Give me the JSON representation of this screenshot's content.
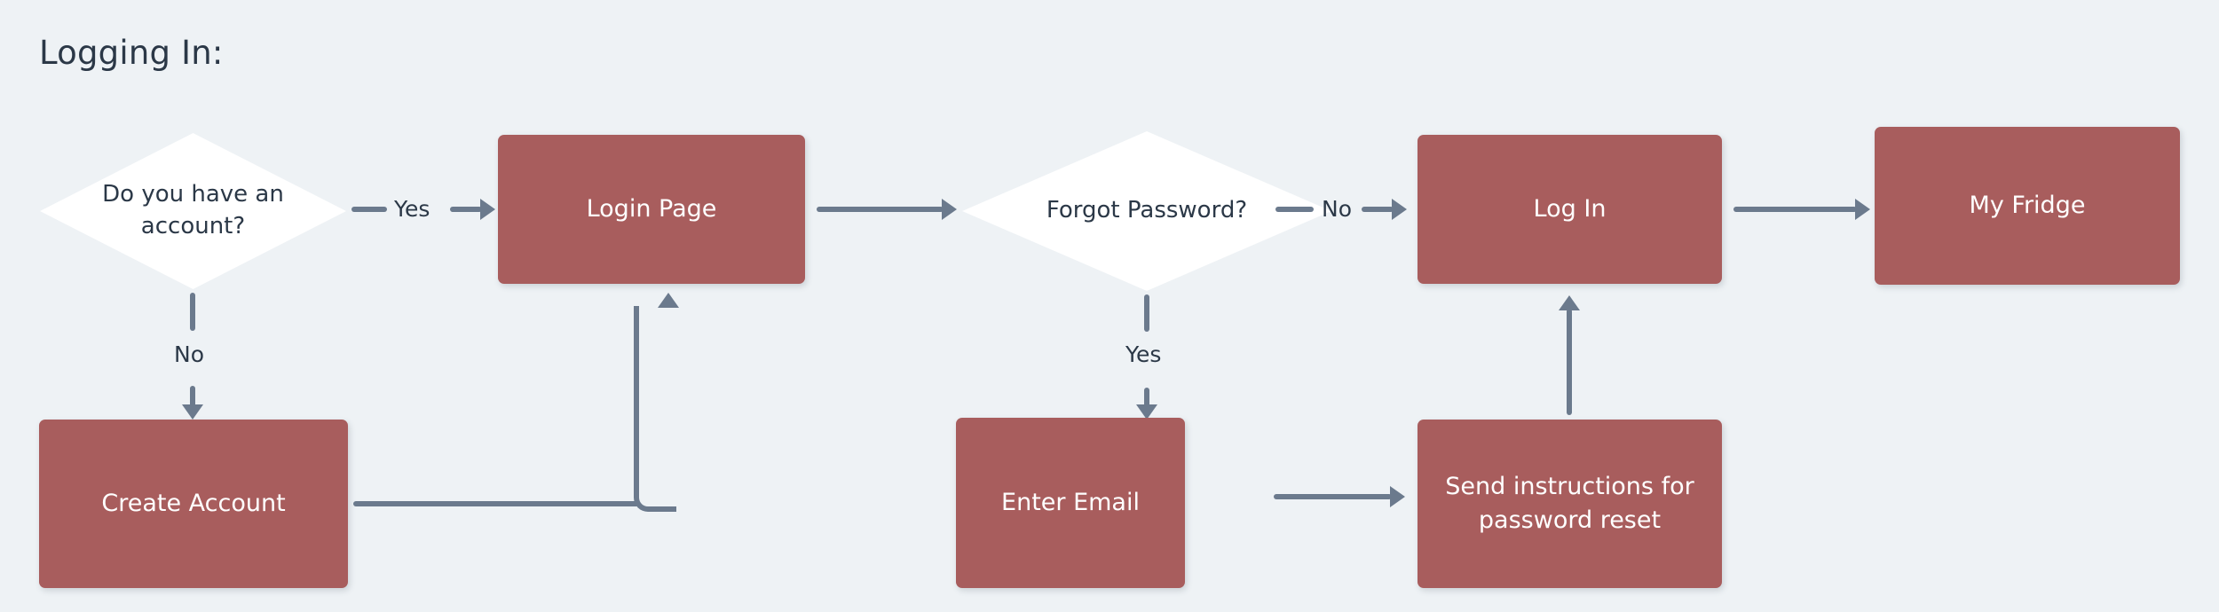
{
  "page": {
    "title": "Logging In:",
    "background_color": "#eef2f5"
  },
  "theme": {
    "process_fill": "#a85d5d",
    "process_text": "#ffffff",
    "decision_fill": "#ffffff",
    "decision_text": "#2b3847",
    "connector_color": "#6b7a8d",
    "title_color": "#2b3847"
  },
  "flowchart": {
    "nodes": {
      "have_account": {
        "label_line1": "Do you have an",
        "label_line2": "account?",
        "shape": "decision"
      },
      "login_page": {
        "label": "Login Page",
        "shape": "process"
      },
      "forgot_password": {
        "label": "Forgot Password?",
        "shape": "decision"
      },
      "log_in": {
        "label": "Log In",
        "shape": "process"
      },
      "my_fridge": {
        "label": "My Fridge",
        "shape": "process"
      },
      "create_account": {
        "label": "Create Account",
        "shape": "process"
      },
      "enter_email": {
        "label": "Enter Email",
        "shape": "process"
      },
      "send_instructions": {
        "label_line1": "Send instructions for",
        "label_line2": "password reset",
        "shape": "process"
      }
    },
    "edges": [
      {
        "from": "have_account",
        "to": "login_page",
        "label": "Yes"
      },
      {
        "from": "have_account",
        "to": "create_account",
        "label": "No"
      },
      {
        "from": "login_page",
        "to": "forgot_password",
        "label": ""
      },
      {
        "from": "forgot_password",
        "to": "log_in",
        "label": "No"
      },
      {
        "from": "forgot_password",
        "to": "enter_email",
        "label": "Yes"
      },
      {
        "from": "log_in",
        "to": "my_fridge",
        "label": ""
      },
      {
        "from": "create_account",
        "to": "login_page",
        "label": ""
      },
      {
        "from": "enter_email",
        "to": "send_instructions",
        "label": ""
      },
      {
        "from": "send_instructions",
        "to": "log_in",
        "label": ""
      }
    ],
    "edge_labels": {
      "yes_account": "Yes",
      "no_account": "No",
      "no_forgot": "No",
      "yes_forgot": "Yes"
    }
  }
}
